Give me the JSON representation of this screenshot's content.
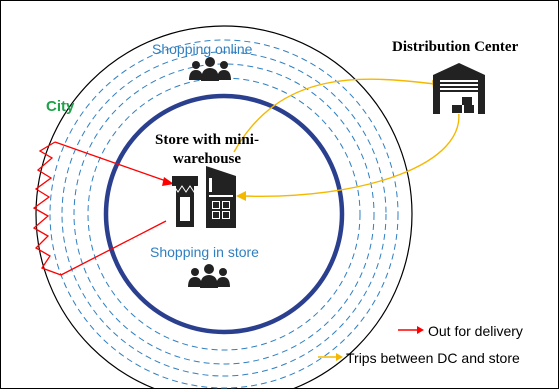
{
  "labels": {
    "city": "City",
    "shopping_online": "Shopping online",
    "shopping_in_store": "Shopping in store",
    "store": "Store with mini-warehouse",
    "distribution_center": "Distribution Center"
  },
  "legend": [
    {
      "label": "Out for delivery",
      "color": "#ff0000"
    },
    {
      "label": "Trips between DC and store",
      "color": "#f5b800"
    }
  ],
  "colors": {
    "city_label": "#1fa34a",
    "shopping_labels": "#2f7fc1",
    "dashed_rings": "#2f7fc1",
    "store_ring": "#2b3f8f",
    "icons": "#222222"
  },
  "icons": [
    "store-icon",
    "people-icon",
    "warehouse-icon"
  ]
}
